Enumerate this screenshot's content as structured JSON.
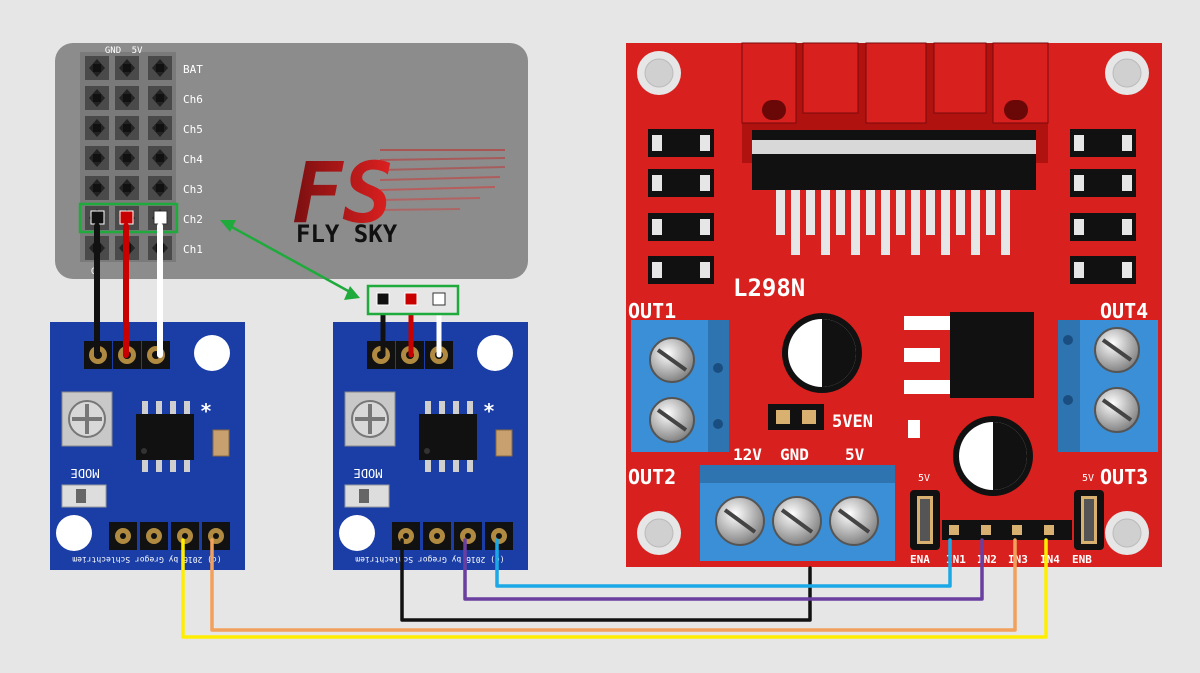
{
  "receiver": {
    "brand_mark": "FS",
    "brand": "FLY SKY",
    "header_pins": [
      "GND",
      "5V"
    ],
    "channels": [
      "BAT",
      "Ch6",
      "Ch5",
      "Ch4",
      "Ch3",
      "Ch2",
      "Ch1"
    ],
    "stub_label": "G"
  },
  "driver_board": {
    "model": "L298N",
    "out_labels": [
      "OUT1",
      "OUT2",
      "OUT3",
      "OUT4"
    ],
    "power_labels": [
      "12V",
      "GND",
      "5V"
    ],
    "jumper_label": "5VEN",
    "enable_jumper_labels": [
      "5V",
      "5V"
    ],
    "control_labels": [
      "ENA",
      "IN1",
      "IN2",
      "IN3",
      "IN4",
      "ENB"
    ]
  },
  "signal_board": {
    "mode_label": "MODE",
    "star": "*",
    "credit": "(c) 2016 by Gregor Schlechtriem"
  },
  "colors": {
    "background": "#e6e6e6",
    "receiver_body": "#8c8c8c",
    "driver_pcb": "#d8201e",
    "signal_pcb": "#1a3ea6",
    "terminal_blue": "#3a8fd6",
    "highlight_green": "#1faa3c",
    "wire_black": "#111111",
    "wire_red": "#c80000",
    "wire_white": "#ffffff",
    "wire_yellow": "#ffee00",
    "wire_orange": "#f2a15c",
    "wire_purple": "#6a3fa0",
    "wire_cyan": "#1aa9e6"
  }
}
